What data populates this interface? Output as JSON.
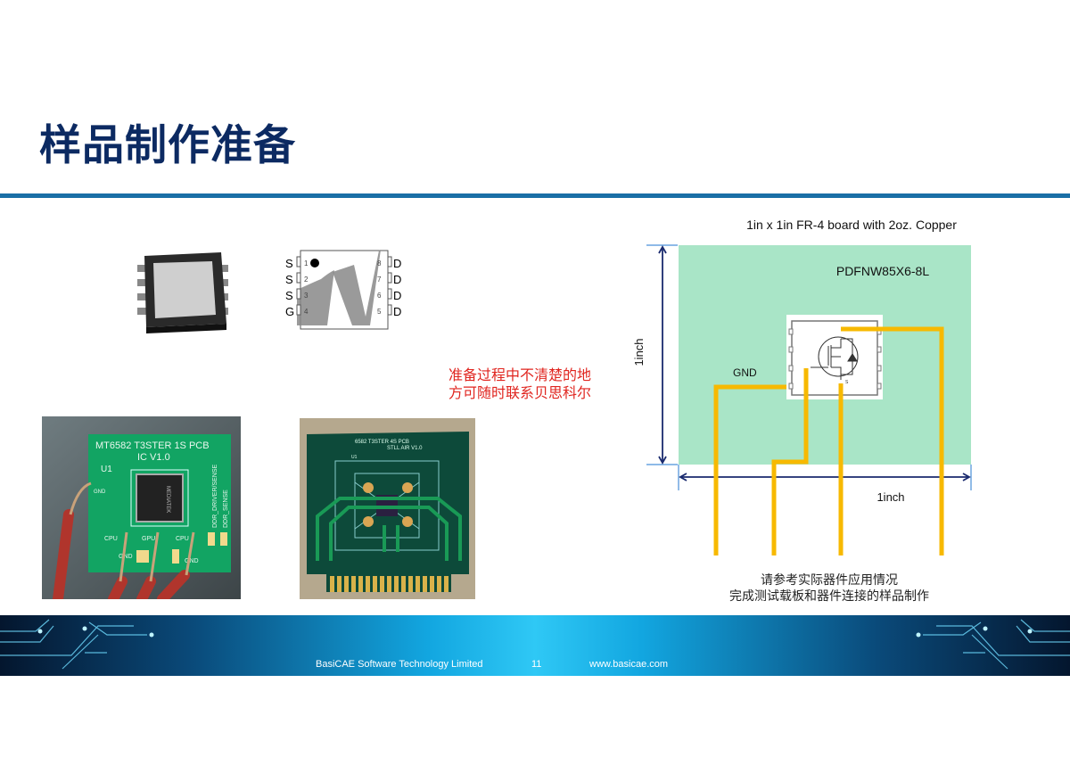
{
  "slide": {
    "title": "样品制作准备",
    "note_lines": [
      "准备过程中不清楚的地",
      "方可随时联系贝思科尔"
    ]
  },
  "pinout": {
    "left_pins": [
      {
        "label": "S",
        "num": "1"
      },
      {
        "label": "S",
        "num": "2"
      },
      {
        "label": "S",
        "num": "3"
      },
      {
        "label": "G",
        "num": "4"
      }
    ],
    "right_pins": [
      {
        "label": "D",
        "num": "8"
      },
      {
        "label": "D",
        "num": "7"
      },
      {
        "label": "D",
        "num": "6"
      },
      {
        "label": "D",
        "num": "5"
      }
    ]
  },
  "photos": {
    "pcb1": {
      "line1": "MT6582 T3STER 1S PCB",
      "line2": "IC V1.0",
      "u1": "U1",
      "gnd": "GND",
      "cpu": "CPU",
      "gpu": "GPU",
      "gnd2": "GND",
      "cpu2": "CPU",
      "gnd3": "GND",
      "ddr1": "DDR_DRIVER/SENSE",
      "ddr2": "DDR_SENSE",
      "chip": "MEDIATEK"
    },
    "pcb2": {
      "line1": "6582 T3STER 4S PCB",
      "line2": "STLL AIR V1.0",
      "u1": "U1"
    }
  },
  "diagram": {
    "heading": "1in x 1in FR-4 board with 2oz. Copper",
    "package": "PDFNW85X6-8L",
    "gnd_label": "GND",
    "height_label": "1inch",
    "width_label": "1inch",
    "source_pin": "S",
    "caption_lines": [
      "请参考实际器件应用情况",
      "完成测试载板和器件连接的样品制作"
    ],
    "colors": {
      "board": "#a9e5c7",
      "trace": "#f7b900",
      "dim": "#1a2a6e",
      "tick": "#4a90d9"
    }
  },
  "footer": {
    "company": "BasiCAE Software Technology Limited",
    "page": "11",
    "url": "www.basicae.com"
  }
}
